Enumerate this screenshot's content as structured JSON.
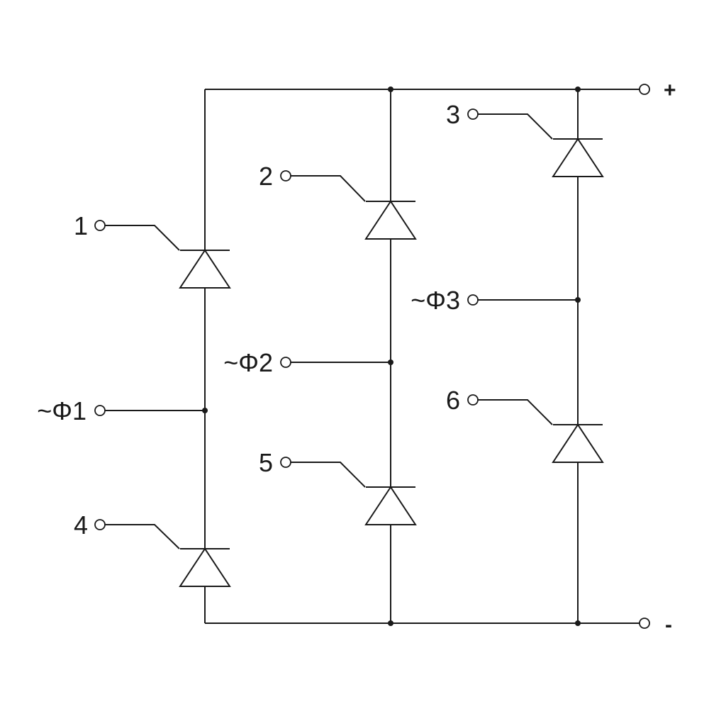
{
  "diagram": {
    "terminals": {
      "plus": "+",
      "minus": "-"
    },
    "gates": [
      "1",
      "2",
      "3",
      "4",
      "5",
      "6"
    ],
    "phases": [
      "~Φ1",
      "~Φ2",
      "~Φ3"
    ]
  },
  "colors": {
    "line": "#1a1a1a",
    "background": "#ffffff"
  }
}
